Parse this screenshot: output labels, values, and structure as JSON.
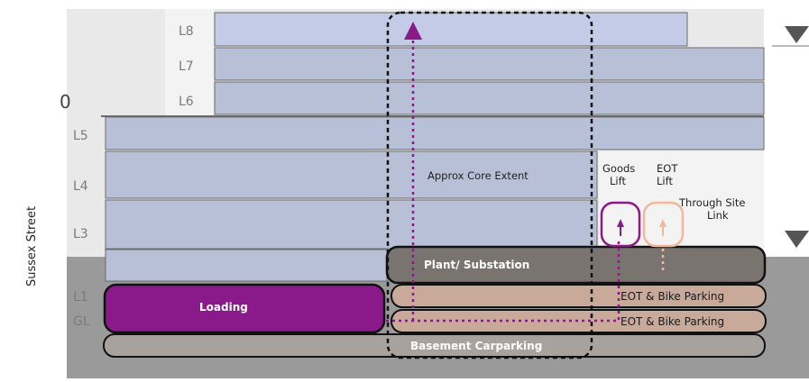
{
  "street": "Sussex Street",
  "edge_fragment": "0",
  "levels": {
    "l8": "L8",
    "l7": "L7",
    "l6": "L6",
    "l5": "L5",
    "l4": "L4",
    "l3": "L3",
    "l1": "L1",
    "gl": "GL"
  },
  "labels": {
    "core": "Approx Core Extent",
    "goods_lift_1": "Goods",
    "goods_lift_2": "Lift",
    "eot_lift_1": "EOT",
    "eot_lift_2": "Lift",
    "through_link_1": "Through Site",
    "through_link_2": "Link",
    "plant": "Plant/ Substation",
    "eot_bike_1": "EOT & Bike Parking",
    "eot_bike_2": "EOT & Bike Parking",
    "loading": "Loading",
    "basement": "Basement Carparking"
  },
  "colors": {
    "floor_fill": "#b7c0d6",
    "floor_top": "#c3cbe6",
    "purple": "#8a1a8a",
    "plant": "#7a7470",
    "eot": "#c8a99a",
    "basement": "#a8a29e",
    "peach": "#f1b99a"
  }
}
